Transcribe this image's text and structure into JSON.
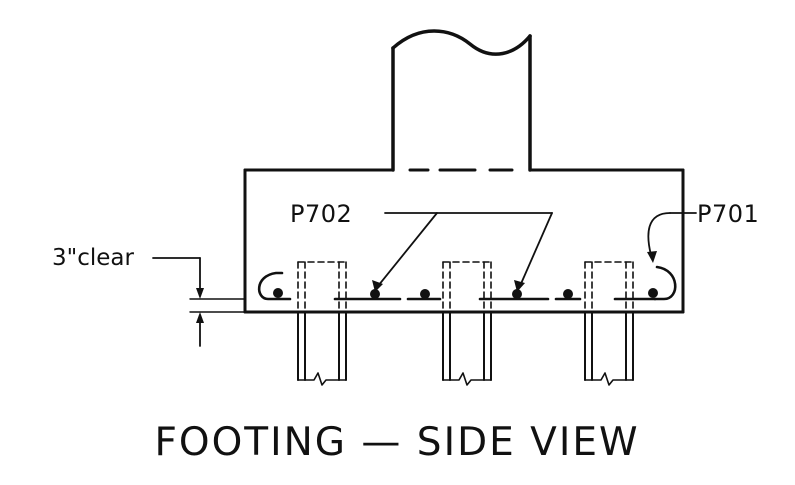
{
  "labels": {
    "bar_p702": "P702",
    "bar_p701": "P701",
    "cover": "3\"clear",
    "title": "FOOTING — SIDE VIEW"
  },
  "colors": {
    "ink": "#111111",
    "paper": "#ffffff"
  }
}
